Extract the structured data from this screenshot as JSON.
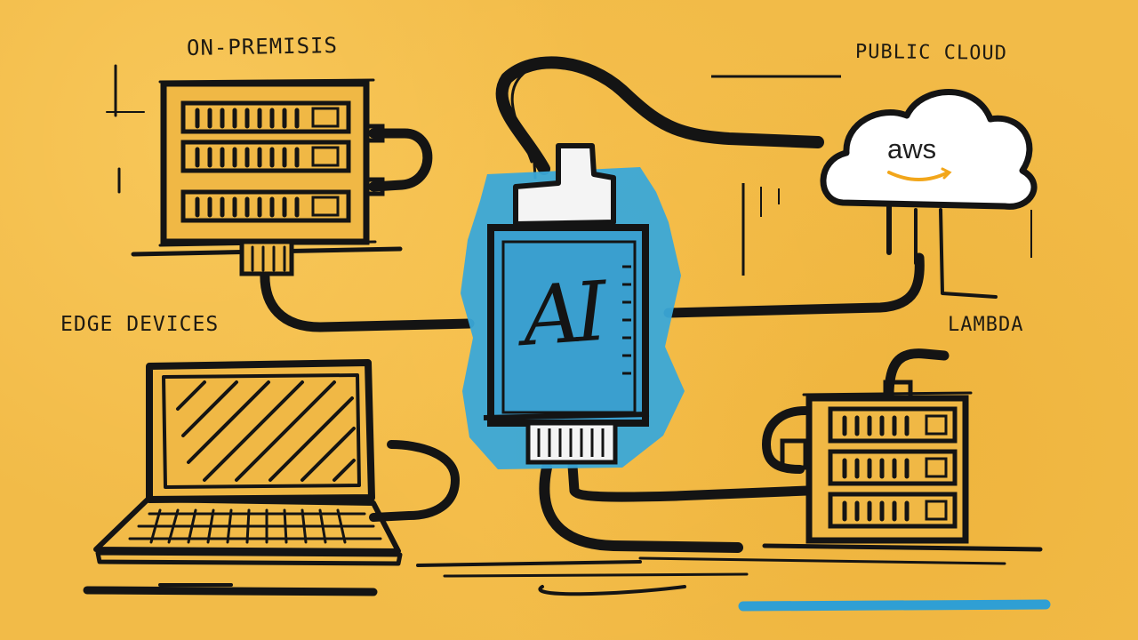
{
  "labels": {
    "on_premises": "ON-PREMISIS",
    "public_cloud": "PUBLIC CLOUD",
    "edge_devices": "EDGE DEVICES",
    "lambda": "LAMBDA"
  },
  "cloud_logo_text": "aws",
  "chip_text": "AI",
  "icons": {
    "server": "server-rack-icon",
    "cloud": "cloud-icon",
    "laptop": "laptop-icon",
    "chip": "ai-chip-icon",
    "lambda_server": "lambda-server-icon"
  },
  "colors": {
    "background": "#f2bb48",
    "ink": "#141414",
    "chip_blue": "#3aa8d8",
    "aws_smile": "#f2a61a",
    "underline_blue": "#2f9fd4"
  }
}
